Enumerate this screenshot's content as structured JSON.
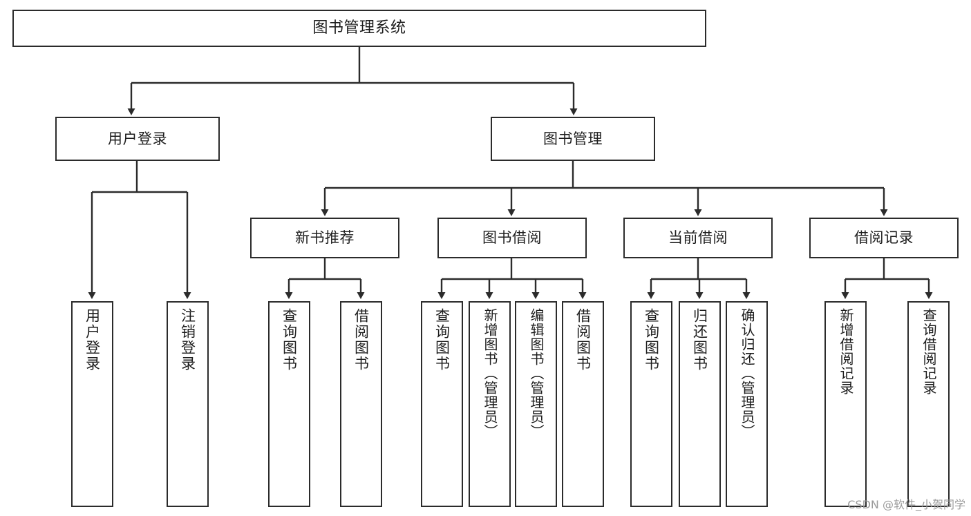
{
  "diagram": {
    "title": "图书管理系统",
    "type": "tree",
    "stroke_color": "#2b2b2b",
    "fill_color": "#ffffff",
    "text_color": "#1d1d1d"
  },
  "root": {
    "label": "图书管理系统"
  },
  "level2": [
    {
      "label": "用户登录"
    },
    {
      "label": "图书管理"
    }
  ],
  "level3": [
    {
      "label": "新书推荐"
    },
    {
      "label": "图书借阅"
    },
    {
      "label": "当前借阅"
    },
    {
      "label": "借阅记录"
    }
  ],
  "leaves": {
    "user_login": [
      {
        "label": "用户登录"
      },
      {
        "label": "注销登录"
      }
    ],
    "new_book": [
      {
        "label": "查询图书"
      },
      {
        "label": "借阅图书"
      }
    ],
    "book_borrow": [
      {
        "label": "查询图书"
      },
      {
        "label": "新增图书（管理员）"
      },
      {
        "label": "编辑图书（管理员）"
      },
      {
        "label": "借阅图书"
      }
    ],
    "current_borrow": [
      {
        "label": "查询图书"
      },
      {
        "label": "归还图书"
      },
      {
        "label": "确认归还（管理员）"
      }
    ],
    "borrow_record": [
      {
        "label": "新增借阅记录"
      },
      {
        "label": "查询借阅记录"
      }
    ]
  },
  "watermark": {
    "text": "CSDN @软件_小贺同学"
  }
}
